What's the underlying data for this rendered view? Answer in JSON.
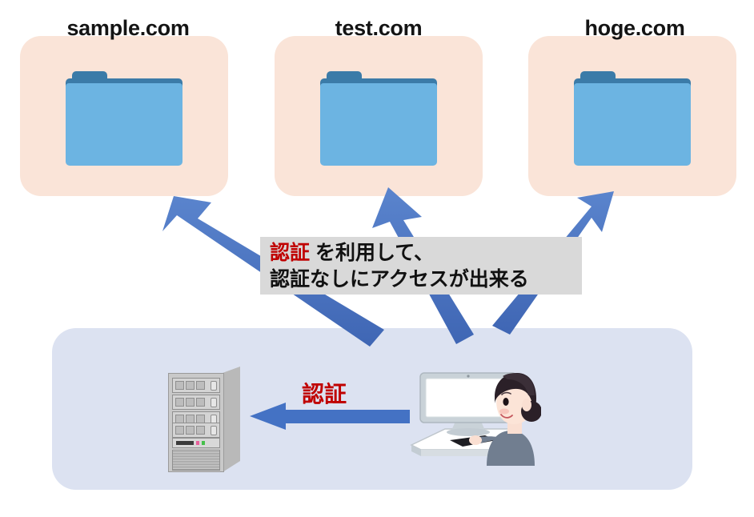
{
  "diagram": {
    "title_text": "認証 を利用して、認証なしにアクセスが出来る",
    "sites": [
      {
        "id": "sample",
        "label": "sample.com",
        "icon": "folder-icon"
      },
      {
        "id": "test",
        "label": "test.com",
        "icon": "folder-icon"
      },
      {
        "id": "hoge",
        "label": "hoge.com",
        "icon": "folder-icon"
      }
    ],
    "callout": {
      "line1_keyword": "認証",
      "line1_rest": " を利用して、",
      "line2": "認証なしにアクセスが出来る",
      "background_color": "#d9d9d9",
      "keyword_color": "#c00000"
    },
    "network": {
      "server": {
        "name": "server-illustration",
        "label": ""
      },
      "user": {
        "name": "person-at-computer-illustration",
        "label": ""
      },
      "auth_arrow_label": "認証",
      "auth_arrow_color": "#4472c4",
      "panel_color": "#dce2f1"
    },
    "access_arrows": [
      {
        "to": "sample.com",
        "color": "#4472c4"
      },
      {
        "to": "test.com",
        "color": "#4472c4"
      },
      {
        "to": "hoge.com",
        "color": "#4472c4"
      }
    ],
    "colors": {
      "site_panel": "#fae4d8",
      "folder_body": "#6cb4e2",
      "folder_tab": "#3b7ba8",
      "arrow_blue": "#4472c4",
      "red_accent": "#c00000"
    }
  }
}
